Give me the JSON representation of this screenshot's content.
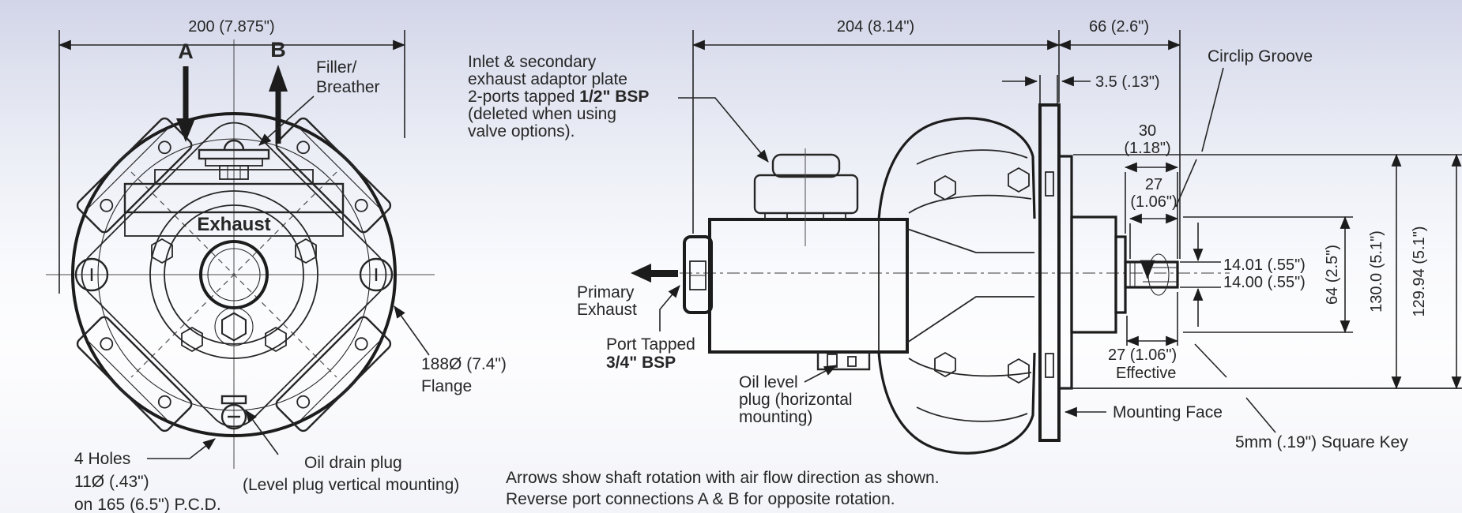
{
  "front_view": {
    "dim_width": "200 (7.875\")",
    "port_a_label": "A",
    "port_b_label": "B",
    "filler_line1": "Filler/",
    "filler_line2": "Breather",
    "exhaust_label": "Exhaust",
    "flange_line1": "188Ø (7.4\")",
    "flange_line2": "Flange",
    "holes_line1": "4 Holes",
    "holes_line2": "11Ø (.43\")",
    "holes_line3": "on 165 (6.5\") P.C.D.",
    "drain_line1": "Oil drain plug",
    "drain_line2": "(Level plug vertical mounting)"
  },
  "adaptor_note": {
    "line1": "Inlet & secondary",
    "line2": "exhaust adaptor plate",
    "line3_normal": "2-ports tapped ",
    "line3_bold": "1/2\" BSP",
    "line4": "(deleted when using",
    "line5": "valve options)."
  },
  "side_view": {
    "dim_length": "204 (8.14\")",
    "dim_hub": "66 (2.6\")",
    "dim_plate": "3.5 (.13\")",
    "circlip_label": "Circlip Groove",
    "dim_30_value": "30",
    "dim_30_inch": "(1.18\")",
    "dim_27_value": "27",
    "dim_27_inch": "(1.06\")",
    "shaft_dia_max": "14.01 (.55\")",
    "shaft_dia_min": "14.00 (.55\")",
    "dim_boss": "64 (2.5\")",
    "dim_spigot_max": "130.0 (5.1\")",
    "dim_spigot_min": "129.94 (5.1\")",
    "dim_effective_value": "27 (1.06\")",
    "dim_effective_label": "Effective",
    "mounting_face_label": "Mounting Face",
    "square_key_label": "5mm (.19\") Square Key",
    "primary_line1": "Primary",
    "primary_line2": "Exhaust",
    "port_line1": "Port Tapped",
    "port_line2": "3/4\" BSP",
    "oil_level_line1": "Oil level",
    "oil_level_line2": "plug (horizontal",
    "oil_level_line3": "mounting)"
  },
  "footnote": {
    "line1": "Arrows show shaft rotation with air flow direction as shown.",
    "line2": "Reverse port connections A & B for opposite rotation."
  },
  "colors": {
    "line": "#1c1c1c",
    "text": "#262626",
    "bg_top": "#d2d5e8",
    "bg_mid": "#fbfbfd"
  }
}
